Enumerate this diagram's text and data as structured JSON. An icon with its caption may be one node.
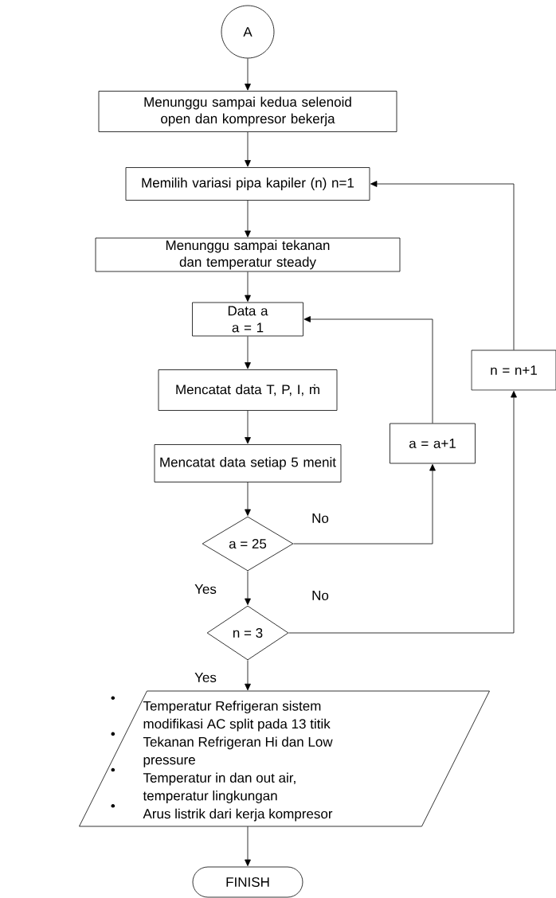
{
  "diagram": {
    "nodes": [
      {
        "text": [
          "A"
        ]
      },
      {
        "text": [
          "Menunggu sampai kedua selenoid open dan kompresor bekerja"
        ]
      },
      {
        "text": [
          "Memilih variasi pipa kapiler (n) n=1"
        ]
      },
      {
        "text": [
          "Menunggu sampai tekanan dan temperatur steady"
        ]
      },
      {
        "text": [
          "Data a",
          "a = 1"
        ]
      },
      {
        "text": [
          "Mencatat data T, P, I, ṁ"
        ]
      },
      {
        "text": [
          "Mencatat data setiap 5 menit"
        ]
      },
      {
        "text": [
          "a = 25"
        ]
      },
      {
        "text": [
          "n = 3"
        ]
      },
      {
        "text": [
          "Temperatur Refrigeran sistem modifikasi AC split pada 13 titik",
          "Tekanan Refrigeran Hi dan Low pressure",
          "Temperatur in dan out air, temperatur lingkungan",
          "Arus listrik dari kerja kompresor"
        ]
      },
      {
        "text": [
          "FINISH"
        ]
      },
      {
        "text": [
          "a = a+1"
        ]
      },
      {
        "text": [
          "n = n+1"
        ]
      }
    ],
    "edges": [
      {
        "from": 0,
        "to": 1,
        "arrow": "to"
      },
      {
        "from": 1,
        "to": 2,
        "arrow": "to"
      },
      {
        "from": 2,
        "to": 3,
        "arrow": "to"
      },
      {
        "from": 3,
        "to": 4,
        "arrow": "to"
      },
      {
        "from": 4,
        "to": 5,
        "arrow": "to"
      },
      {
        "from": 5,
        "to": 6,
        "arrow": "to"
      },
      {
        "from": 6,
        "to": 7,
        "arrow": "to"
      },
      {
        "from": 7,
        "to": 8,
        "arrow": "to",
        "label": "Yes"
      },
      {
        "from": 8,
        "to": 9,
        "arrow": "to",
        "label": "Yes"
      },
      {
        "from": 9,
        "to": 10,
        "arrow": "to"
      },
      {
        "from": 7,
        "to": 11,
        "arrow": "to",
        "label": "No"
      },
      {
        "from": 11,
        "to": 4,
        "arrow": "to"
      },
      {
        "from": 8,
        "to": 12,
        "arrow": "to",
        "label": "No"
      },
      {
        "from": 12,
        "to": 2,
        "arrow": "to"
      }
    ]
  }
}
